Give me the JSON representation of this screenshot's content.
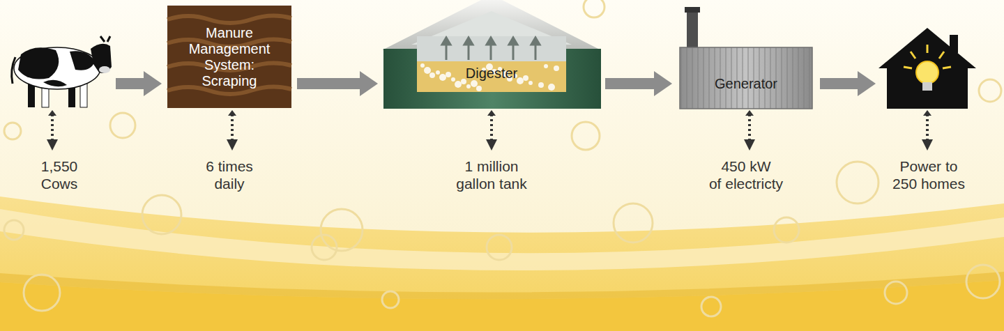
{
  "diagram": {
    "nodes": [
      {
        "text": [
          "1,550 Cows"
        ]
      },
      {
        "text": [
          "Manure Management System: Scraping",
          "6 times daily"
        ]
      },
      {
        "text": [
          "Digester",
          "1 million gallon tank"
        ]
      },
      {
        "text": [
          "Generator",
          "450 kW of electricty"
        ]
      },
      {
        "text": [
          "Power to 250 homes"
        ]
      }
    ],
    "edges": [
      {
        "from": 0,
        "to": 1,
        "arrow": "to"
      },
      {
        "from": 1,
        "to": 2,
        "arrow": "to"
      },
      {
        "from": 2,
        "to": 3,
        "arrow": "to"
      },
      {
        "from": 3,
        "to": 4,
        "arrow": "to"
      }
    ]
  }
}
